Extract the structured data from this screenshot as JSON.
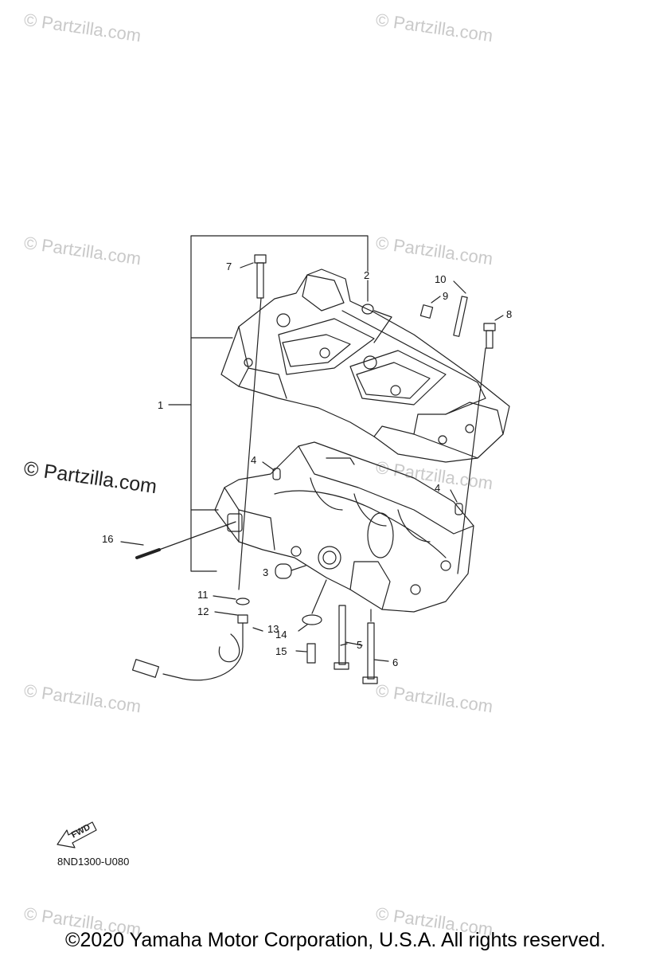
{
  "watermarks": {
    "small": "© Partzilla.com",
    "large": "© Partzilla.com"
  },
  "callouts": [
    "1",
    "2",
    "3",
    "4",
    "4",
    "5",
    "6",
    "7",
    "8",
    "9",
    "10",
    "11",
    "12",
    "13",
    "14",
    "15",
    "16"
  ],
  "fwd_label": "FWD",
  "diagram_code": "8ND1300-U080",
  "copyright": "©2020 Yamaha Motor Corporation, U.S.A. All rights reserved.",
  "colors": {
    "line": "#222222",
    "watermark": "#c9c9c9"
  }
}
